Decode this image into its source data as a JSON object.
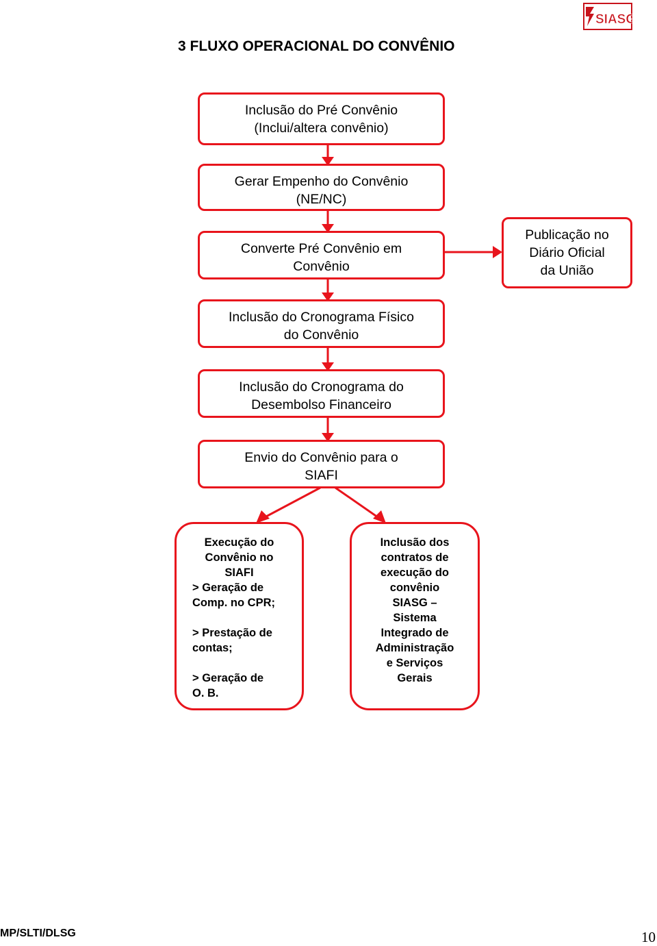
{
  "header": {
    "logo_text": "SIASG",
    "title": "3 FLUXO OPERACIONAL DO CONVÊNIO"
  },
  "colors": {
    "accent": "#e8141c",
    "logo_bg": "#c8141c"
  },
  "flow": {
    "step1": {
      "line1": "Inclusão do Pré Convênio",
      "line2": "(Inclui/altera convênio)"
    },
    "step2": {
      "line1": "Gerar Empenho do Convênio",
      "line2": "(NE/NC)"
    },
    "step3": {
      "line1": "Converte Pré Convênio em",
      "line2": "Convênio"
    },
    "side": {
      "line1": "Publicação no",
      "line2": "Diário Oficial",
      "line3": "da União"
    },
    "step4": {
      "line1": "Inclusão do Cronograma Físico",
      "line2": "do Convênio"
    },
    "step5": {
      "line1": "Inclusão do Cronograma do",
      "line2": "Desembolso Financeiro"
    },
    "step6": {
      "line1": "Envio do Convênio para o",
      "line2": "SIAFI"
    }
  },
  "branches": {
    "left": [
      "Execução do",
      "Convênio no",
      "SIAFI",
      "> Geração de",
      "Comp. no CPR;",
      "",
      "> Prestação de",
      "contas;",
      "",
      "> Geração de",
      "O. B."
    ],
    "right": [
      "Inclusão dos",
      "contratos de",
      "execução do",
      "convênio",
      "SIASG –",
      "Sistema",
      "Integrado de",
      "Administração",
      "e Serviços",
      "Gerais"
    ]
  },
  "footer": {
    "left": "MP/SLTI/DLSG",
    "page": "10"
  }
}
